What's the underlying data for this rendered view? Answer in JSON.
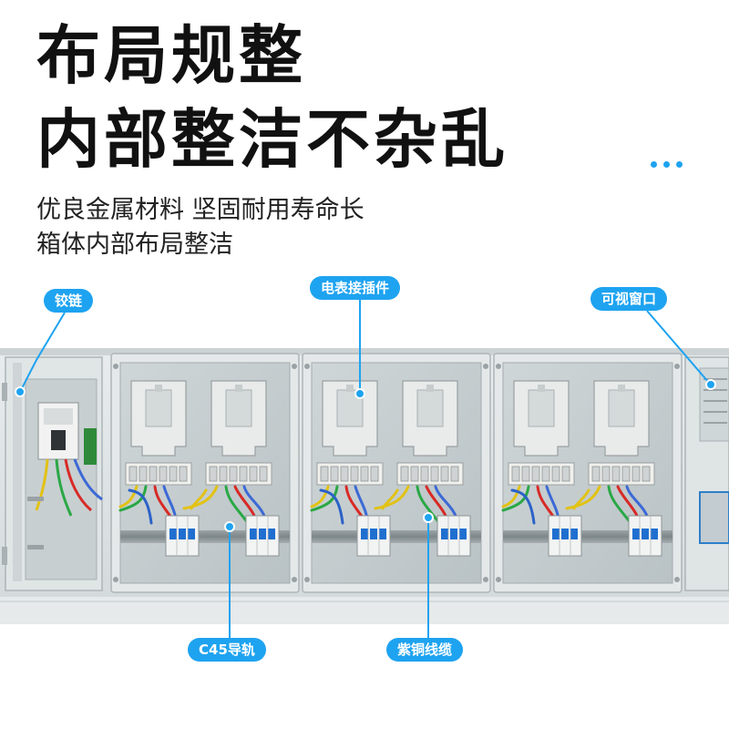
{
  "headline": {
    "line1": "布局规整",
    "line2": "内部整洁不杂乱"
  },
  "subtitle": {
    "line1": "优良金属材料 坚固耐用寿命长",
    "line2": "箱体内部布局整洁"
  },
  "callouts": {
    "hinge": "铰链",
    "meter_plug": "电表接插件",
    "window": "可视窗口",
    "rail": "C45导轨",
    "cable": "紫铜线缆"
  },
  "colors": {
    "accent": "#1ea3f0",
    "headline": "#111111",
    "cabinet": "#dfe4e5",
    "panel": "#c5cdd0"
  }
}
